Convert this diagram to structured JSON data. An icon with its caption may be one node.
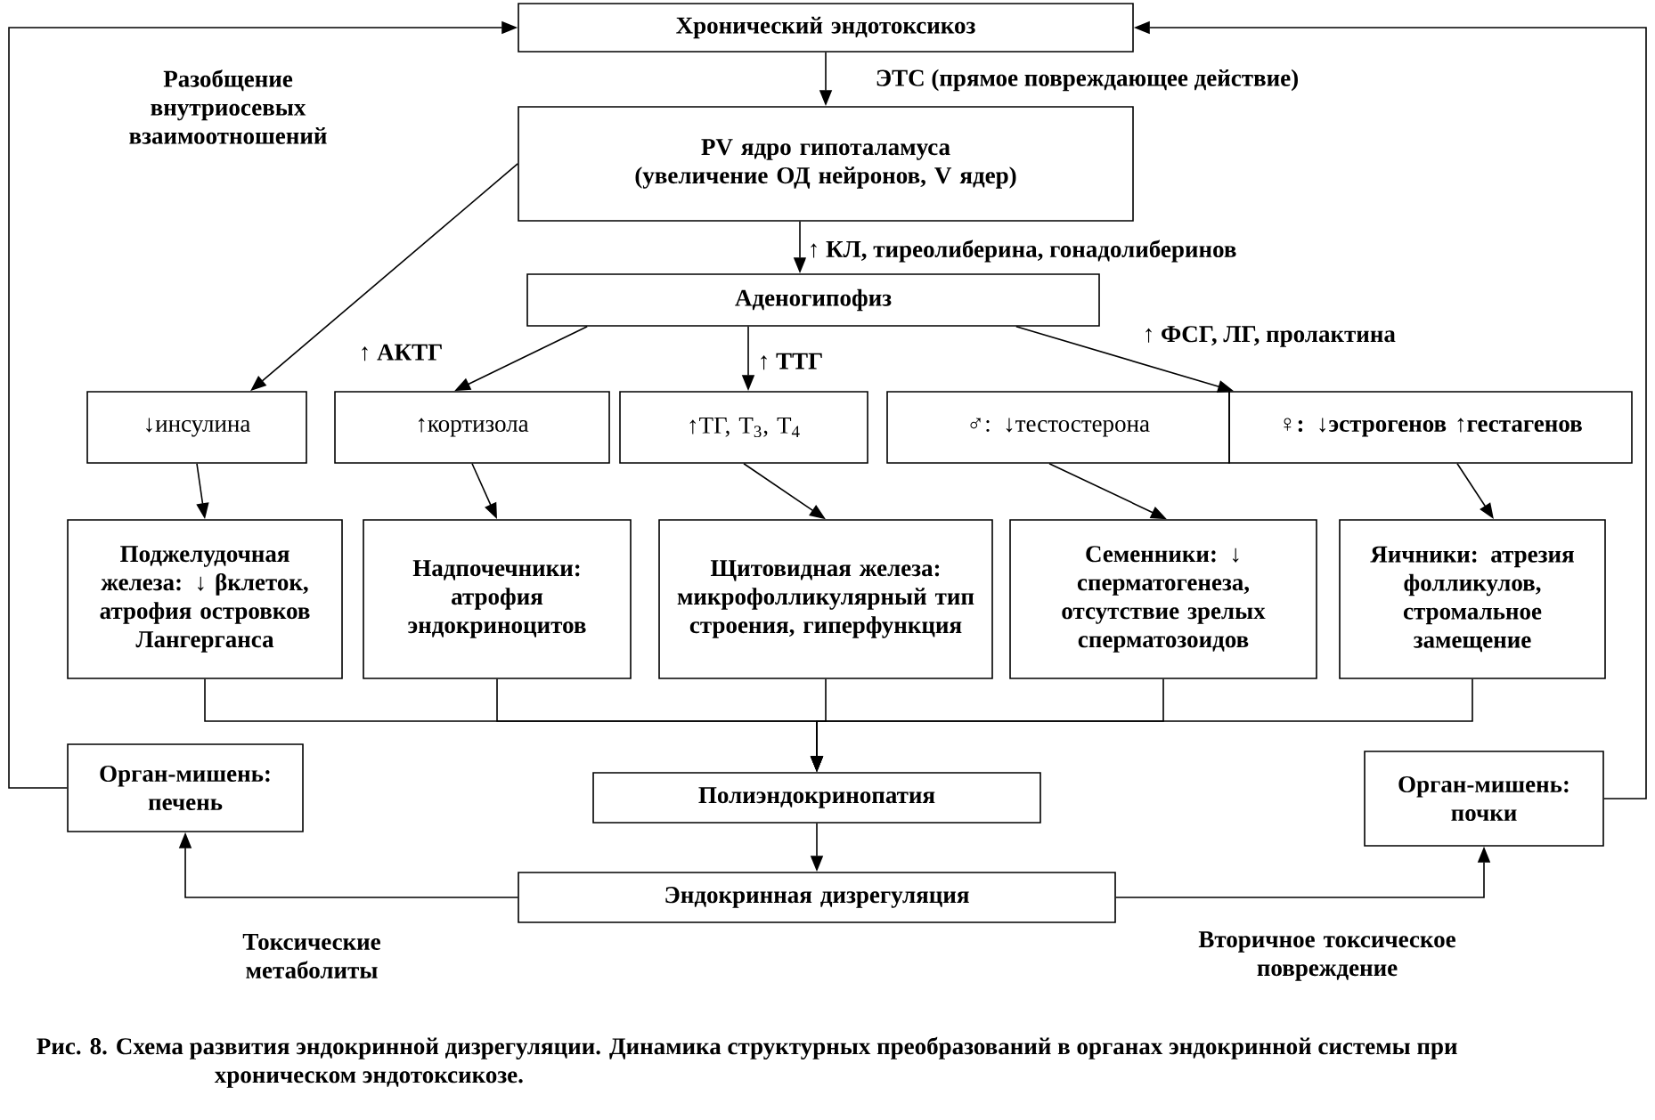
{
  "diagram": {
    "caption": "Рис. 8. Схема развития эндокринной дизрегуляции. Динамика структурных преобразований в органах эндокринной системы при хроническом эндотоксикозе.",
    "nodes": [
      {
        "text": [
          "Хронический эндотоксикоз"
        ]
      },
      {
        "text": [
          "PV ядро гипоталамуса",
          "(увеличение ОД нейронов, V ядер)"
        ]
      },
      {
        "text": [
          "Аденогипофиз"
        ]
      },
      {
        "text": [
          "↓инсулина"
        ]
      },
      {
        "text": [
          "↑кортизола"
        ]
      },
      {
        "text": [
          "↑ТГ, Т$_{3}$, Т$_{4}$"
        ]
      },
      {
        "text": [
          "♂: ↓тестостерона"
        ]
      },
      {
        "text": [
          "♀: ↓эстрогенов ↑гестагенов"
        ]
      },
      {
        "text": [
          "Поджелудочная железа: ↓ βклеток, атрофия островков Лангерганса"
        ]
      },
      {
        "text": [
          "Надпочечники: атрофия эндокриноцитов"
        ]
      },
      {
        "text": [
          "Щитовидная железа: микрофолликулярный тип строения, гиперфункция"
        ]
      },
      {
        "text": [
          "Семенники: ↓ сперматогенеза, отсутствие зрелых сперматозоидов"
        ]
      },
      {
        "text": [
          "Яичники: атрезия фолликулов, стромальное замещение"
        ]
      },
      {
        "text": [
          "Орган-мишень: печень"
        ]
      },
      {
        "text": [
          "Полиэндокринопатия"
        ]
      },
      {
        "text": [
          "Орган-мишень: почки"
        ]
      },
      {
        "text": [
          "Эндокринная дизрегуляция"
        ]
      }
    ],
    "edges": [
      {
        "from": 0,
        "to": 1,
        "arrow": "to",
        "label": "ЭТС (прямое повреждающее действие)"
      },
      {
        "from": 1,
        "to": 2,
        "arrow": "to",
        "label": "↑ КЛ, тиреолиберина, гонадолиберинов"
      },
      {
        "from": 1,
        "to": 3,
        "arrow": "to"
      },
      {
        "from": 2,
        "to": 4,
        "arrow": "to",
        "label": "↑ АКТГ"
      },
      {
        "from": 2,
        "to": 5,
        "arrow": "to",
        "label": "↑ ТТГ"
      },
      {
        "from": 2,
        "to": 7,
        "arrow": "to",
        "label": "↑ ФСГ, ЛГ, пролактина"
      },
      {
        "from": 3,
        "to": 8,
        "arrow": "to"
      },
      {
        "from": 4,
        "to": 9,
        "arrow": "to"
      },
      {
        "from": 5,
        "to": 10,
        "arrow": "to"
      },
      {
        "from": 6,
        "to": 11,
        "arrow": "to"
      },
      {
        "from": 7,
        "to": 12,
        "arrow": "to"
      },
      {
        "from": 8,
        "to": 14,
        "arrow": "to"
      },
      {
        "from": 9,
        "to": 14,
        "arrow": "to"
      },
      {
        "from": 10,
        "to": 14,
        "arrow": "to"
      },
      {
        "from": 11,
        "to": 14,
        "arrow": "to"
      },
      {
        "from": 12,
        "to": 14,
        "arrow": "to"
      },
      {
        "from": 14,
        "to": 16,
        "arrow": "to"
      },
      {
        "from": 16,
        "to": 13,
        "arrow": "to",
        "label": "Токсические метаболиты"
      },
      {
        "from": 16,
        "to": 15,
        "arrow": "to",
        "label": "Вторичное токсическое повреждение"
      },
      {
        "from": 13,
        "to": 0,
        "arrow": "to",
        "label": "Разобщение внутриосевых взаимоотношений"
      },
      {
        "from": 15,
        "to": 0,
        "arrow": "to"
      }
    ]
  }
}
